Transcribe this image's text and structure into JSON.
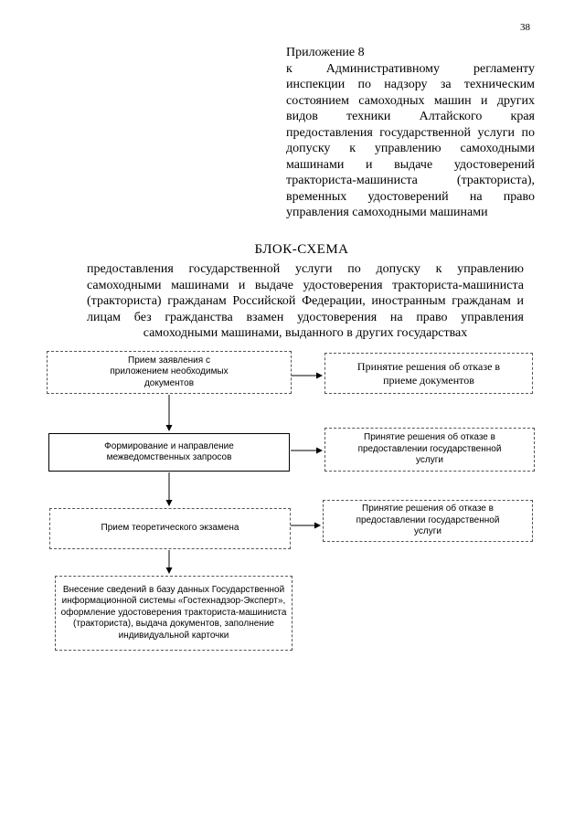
{
  "page_number": "38",
  "appendix": {
    "title": "Приложение 8",
    "body": "к Административному регламенту инспекции по надзору за техническим состоянием самоходных машин и других видов техники Алтайского края предоставления государственной услуги по допуску к управлению самоходными машинами и выдаче удостоверений тракториста-машиниста (тракториста), временных удостоверений на право управления самоходными машинами"
  },
  "scheme": {
    "title": "БЛОК-СХЕМА",
    "subtitle": "предоставления государственной услуги по допуску к управлению самоходными машинами и выдаче удостоверения тракториста-машиниста (тракториста) гражданам Российской Федерации, иностранным гражданам и лицам без гражданства взамен удостоверения на право управления самоходными машинами, выданного в других государствах"
  },
  "flow": {
    "left": [
      {
        "text": "Прием заявления с приложением необходимых документов"
      },
      {
        "text": "Формирование и направление межведомственных запросов"
      },
      {
        "text": "Прием теоретического экзамена"
      },
      {
        "text": "Внесение сведений в базу данных Государственной информационной системы «Гостехнадзор-Эксперт», оформление удостоверения тракториста-машиниста (тракториста), выдача документов, заполнение индивидуальной карточки"
      }
    ],
    "right": [
      {
        "text": "Принятие решения об отказе в приеме документов"
      },
      {
        "text": "Принятие решения об отказе в предоставлении государственной услуги"
      },
      {
        "text": "Принятие решения об отказе в предоставлении государственной услуги"
      }
    ]
  }
}
